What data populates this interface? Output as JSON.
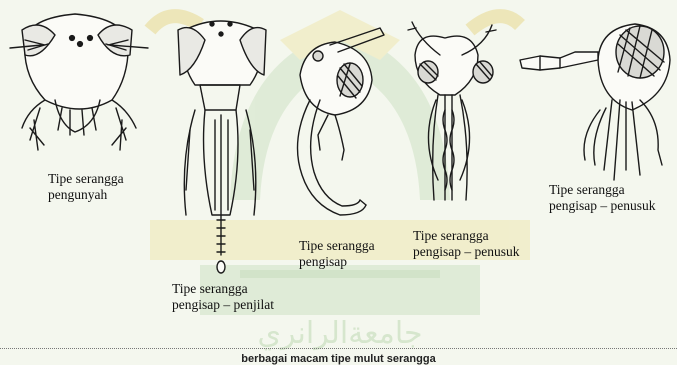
{
  "watermark": {
    "text": "جامعةالرانري",
    "colors": {
      "green": "#cfe3c6",
      "yellow": "#efe7b2"
    }
  },
  "captions": [
    {
      "line1": "Tipe serangga",
      "line2": "pengunyah"
    },
    {
      "line1": "Tipe serangga",
      "line2": "pengisap – penjilat"
    },
    {
      "line1": "Tipe serangga",
      "line2": "pengisap"
    },
    {
      "line1": "Tipe serangga",
      "line2": "pengisap – penusuk"
    },
    {
      "line1": "Tipe serangga",
      "line2": "pengisap – penusuk"
    }
  ],
  "figure_caption": "berbagai macam tipe mulut serangga"
}
